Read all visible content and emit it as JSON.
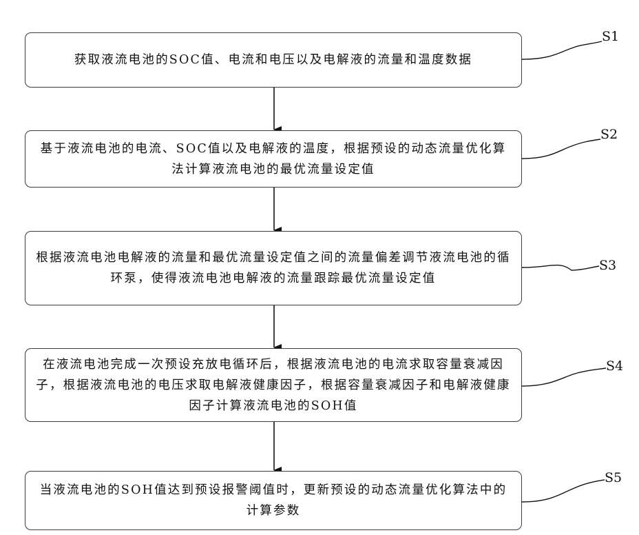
{
  "steps": [
    {
      "id": "S1",
      "text": "获取液流电池的SOC值、电流和电压以及电解液的流量和温度数据"
    },
    {
      "id": "S2",
      "text": "基于液流电池的电流、SOC值以及电解液的温度，根据预设的动态流量优化算法计算液流电池的最优流量设定值"
    },
    {
      "id": "S3",
      "text": "根据液流电池电解液的流量和最优流量设定值之间的流量偏差调节液流电池的循环泵，使得液流电池电解液的流量跟踪最优流量设定值"
    },
    {
      "id": "S4",
      "text": "在液流电池完成一次预设充放电循环后，根据液流电池的电流求取容量衰减因子，根据液流电池的电压求取电解液健康因子，根据容量衰减因子和电解液健康因子计算液流电池的SOH值"
    },
    {
      "id": "S5",
      "text": "当液流电池的SOH值达到预设报警阈值时，更新预设的动态流量优化算法中的计算参数"
    }
  ]
}
